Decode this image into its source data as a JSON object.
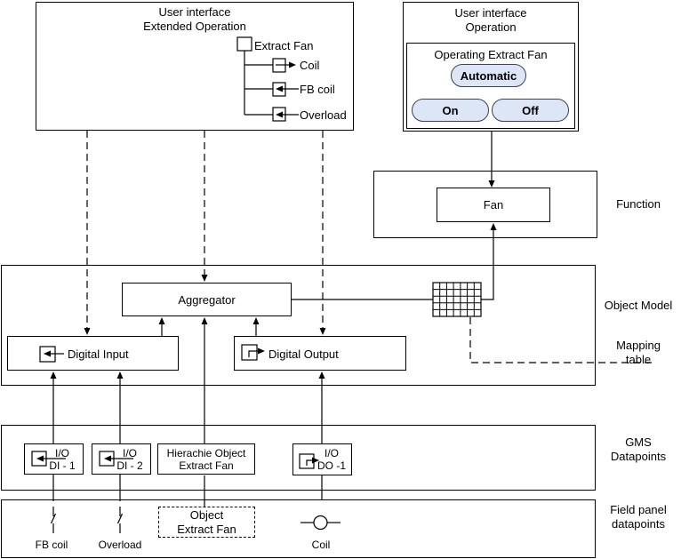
{
  "extended_ui": {
    "title1": "User interface",
    "title2": "Extended Operation",
    "root_label": "Extract Fan",
    "children": [
      {
        "label": "Coil"
      },
      {
        "label": "FB coil"
      },
      {
        "label": "Overload"
      }
    ]
  },
  "operation_ui": {
    "title1": "User interface",
    "title2": "Operation",
    "panel_title": "Operating Extract Fan",
    "buttons": {
      "automatic": "Automatic",
      "on": "On",
      "off": "Off"
    },
    "button_fill": "#dce6f7",
    "button_border": "#40405a"
  },
  "function_section": {
    "label": "Function",
    "fan_label": "Fan"
  },
  "object_model": {
    "label": "Object Model",
    "aggregator": "Aggregator",
    "digital_input": "Digital Input",
    "digital_output": "Digital Output",
    "mapping_label1": "Mapping",
    "mapping_label2": "table"
  },
  "gms": {
    "label1": "GMS",
    "label2": "Datapoints",
    "items": [
      {
        "line1": "I/O",
        "line2": "DI - 1"
      },
      {
        "line1": "I/O",
        "line2": "DI - 2"
      },
      {
        "line1": "Hierachie Object",
        "line2": "Extract Fan"
      },
      {
        "line1": "I/O",
        "line2": "DO -1"
      }
    ]
  },
  "field_panel": {
    "label1": "Field panel",
    "label2": "datapoints",
    "fb_coil": "FB coil",
    "overload": "Overload",
    "object_line1": "Object",
    "object_line2": "Extract Fan",
    "coil": "Coil"
  },
  "line_color": "#000000"
}
